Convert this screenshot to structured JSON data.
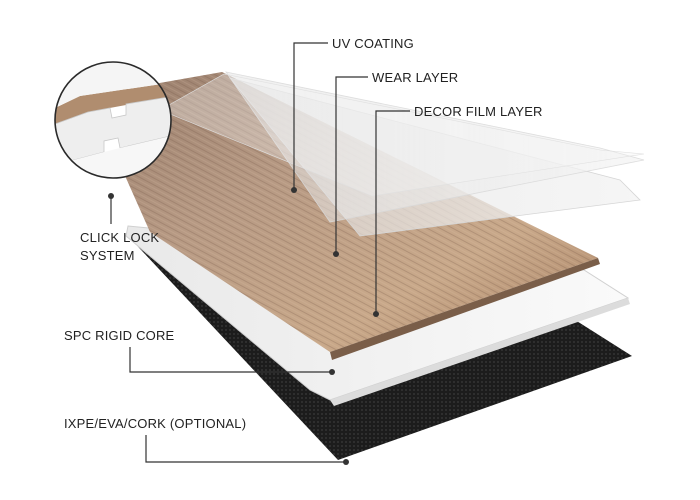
{
  "labels": {
    "uv_coating": "UV COATING",
    "wear_layer": "WEAR LAYER",
    "decor_film_layer": "DECOR FILM LAYER",
    "click_lock_line1": "CLICK LOCK",
    "click_lock_line2": "SYSTEM",
    "spc_rigid_core": "SPC RIGID CORE",
    "underlay": "IXPE/EVA/CORK (OPTIONAL)"
  },
  "colors": {
    "background": "#ffffff",
    "wood_light": "#c8a88a",
    "wood_dark": "#8a6b55",
    "core_white": "#f2f2f2",
    "underlay_black": "#1e1e1e",
    "film_clear": "#eeeeee",
    "leader_line": "#333333",
    "text": "#222222"
  }
}
